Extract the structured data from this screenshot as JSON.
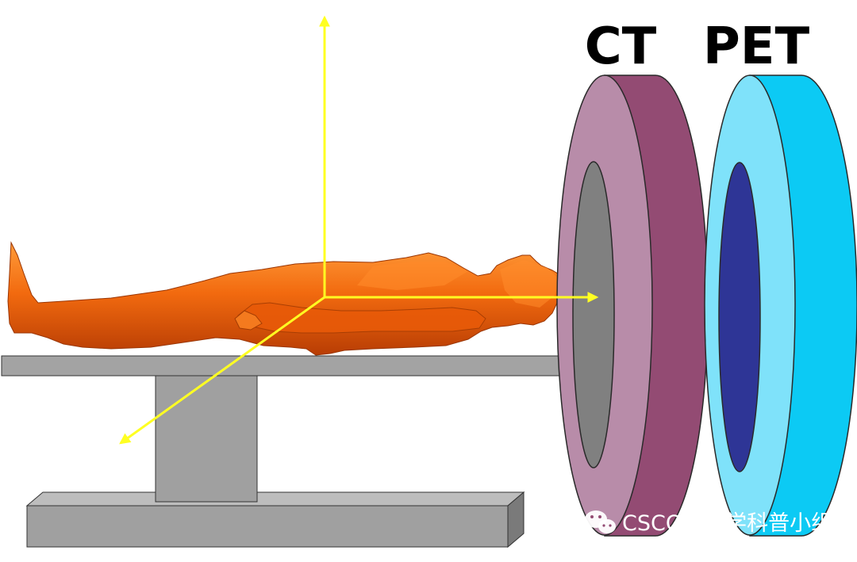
{
  "labels": {
    "ct": "CT",
    "pet": "PET"
  },
  "watermark": {
    "text": "CSCO核医学科普小组",
    "icon": "wechat-icon"
  },
  "colors": {
    "ct_face": "#b88ca9",
    "ct_side": "#934b73",
    "ct_bore": "#808080",
    "pet_face": "#7fe2fa",
    "pet_side": "#0ccaf4",
    "pet_bore": "#2e3596",
    "axis": "#ffff22",
    "patient": "#f26a0f",
    "table": "#a0a0a0"
  }
}
